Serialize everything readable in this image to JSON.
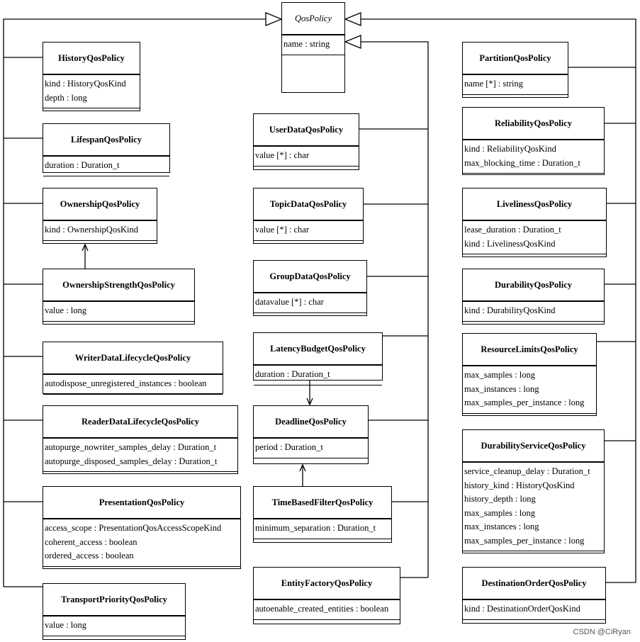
{
  "classes": [
    {
      "id": "qospolicy",
      "name": "QosPolicy",
      "abstract": true,
      "attributes": [
        "name : string"
      ]
    },
    {
      "id": "history",
      "name": "HistoryQosPolicy",
      "attributes": [
        "kind : HistoryQosKind",
        "depth : long"
      ]
    },
    {
      "id": "lifespan",
      "name": "LifespanQosPolicy",
      "attributes": [
        "duration : Duration_t"
      ]
    },
    {
      "id": "ownership",
      "name": "OwnershipQosPolicy",
      "attributes": [
        "kind : OwnershipQosKind"
      ]
    },
    {
      "id": "ownershipstrength",
      "name": "OwnershipStrengthQosPolicy",
      "attributes": [
        "value : long"
      ]
    },
    {
      "id": "writerdatalifecycle",
      "name": "WriterDataLifecycleQosPolicy",
      "attributes": [
        "autodispose_unregistered_instances : boolean"
      ]
    },
    {
      "id": "readerdatalifecycle",
      "name": "ReaderDataLifecycleQosPolicy",
      "attributes": [
        "autopurge_nowriter_samples_delay : Duration_t",
        "autopurge_disposed_samples_delay : Duration_t"
      ]
    },
    {
      "id": "presentation",
      "name": "PresentationQosPolicy",
      "attributes": [
        "access_scope : PresentationQosAccessScopeKind",
        "coherent_access : boolean",
        "ordered_access : boolean"
      ]
    },
    {
      "id": "transportpriority",
      "name": "TransportPriorityQosPolicy",
      "attributes": [
        "value : long"
      ]
    },
    {
      "id": "userdata",
      "name": "UserDataQosPolicy",
      "attributes": [
        "value [*] : char"
      ]
    },
    {
      "id": "topicdata",
      "name": "TopicDataQosPolicy",
      "attributes": [
        "value [*] : char"
      ]
    },
    {
      "id": "groupdata",
      "name": "GroupDataQosPolicy",
      "attributes": [
        "datavalue [*] : char"
      ]
    },
    {
      "id": "latencybudget",
      "name": "LatencyBudgetQosPolicy",
      "attributes": [
        "duration : Duration_t"
      ]
    },
    {
      "id": "deadline",
      "name": "DeadlineQosPolicy",
      "attributes": [
        "period : Duration_t"
      ]
    },
    {
      "id": "timebasedfilter",
      "name": "TimeBasedFilterQosPolicy",
      "attributes": [
        "minimum_separation : Duration_t"
      ]
    },
    {
      "id": "entityfactory",
      "name": "EntityFactoryQosPolicy",
      "attributes": [
        "autoenable_created_entities : boolean"
      ]
    },
    {
      "id": "partition",
      "name": "PartitionQosPolicy",
      "attributes": [
        "name [*] : string"
      ]
    },
    {
      "id": "reliability",
      "name": "ReliabilityQosPolicy",
      "attributes": [
        "kind : ReliabilityQosKind",
        "max_blocking_time : Duration_t"
      ]
    },
    {
      "id": "liveliness",
      "name": "LivelinessQosPolicy",
      "attributes": [
        "lease_duration : Duration_t",
        "kind : LivelinessQosKind"
      ]
    },
    {
      "id": "durability",
      "name": "DurabilityQosPolicy",
      "attributes": [
        "kind : DurabilityQosKind"
      ]
    },
    {
      "id": "resourcelimits",
      "name": "ResourceLimitsQosPolicy",
      "attributes": [
        "max_samples : long",
        "max_instances : long",
        "max_samples_per_instance : long"
      ]
    },
    {
      "id": "durabilityservice",
      "name": "DurabilityServiceQosPolicy",
      "attributes": [
        "service_cleanup_delay : Duration_t",
        "history_kind : HistoryQosKind",
        "history_depth : long",
        "max_samples : long",
        "max_instances : long",
        "max_samples_per_instance : long"
      ]
    },
    {
      "id": "destinationorder",
      "name": "DestinationOrderQosPolicy",
      "attributes": [
        "kind : DestinationOrderQosKind"
      ]
    }
  ],
  "relations": [
    {
      "type": "generalization",
      "from": "left-column",
      "to": "qospolicy"
    },
    {
      "type": "generalization",
      "from": "middle-column",
      "to": "qospolicy"
    },
    {
      "type": "generalization",
      "from": "right-column",
      "to": "qospolicy"
    },
    {
      "type": "dependency",
      "from": "ownershipstrength",
      "to": "ownership"
    },
    {
      "type": "dependency",
      "from": "latencybudget",
      "to": "deadline"
    },
    {
      "type": "dependency",
      "from": "timebasedfilter",
      "to": "deadline"
    }
  ],
  "watermark": "CSDN @CiRyan"
}
